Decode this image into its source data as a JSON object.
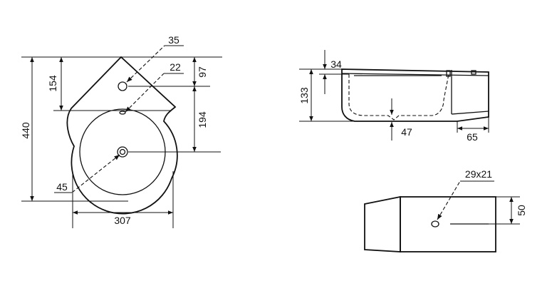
{
  "drawing": {
    "top_view": {
      "overall_height": "440",
      "back_to_tap_hole": "154",
      "tap_hole_size": "35",
      "overflow_size": "22",
      "tap_to_overflow": "97",
      "overflow_to_drain": "194",
      "drain_size": "45",
      "width": "307"
    },
    "side_view": {
      "rim_thickness": "34",
      "height": "133",
      "bowl_bottom": "47",
      "wall_projection": "65"
    },
    "back_view": {
      "fixing_hole": "29x21",
      "fixing_height": "50"
    }
  }
}
